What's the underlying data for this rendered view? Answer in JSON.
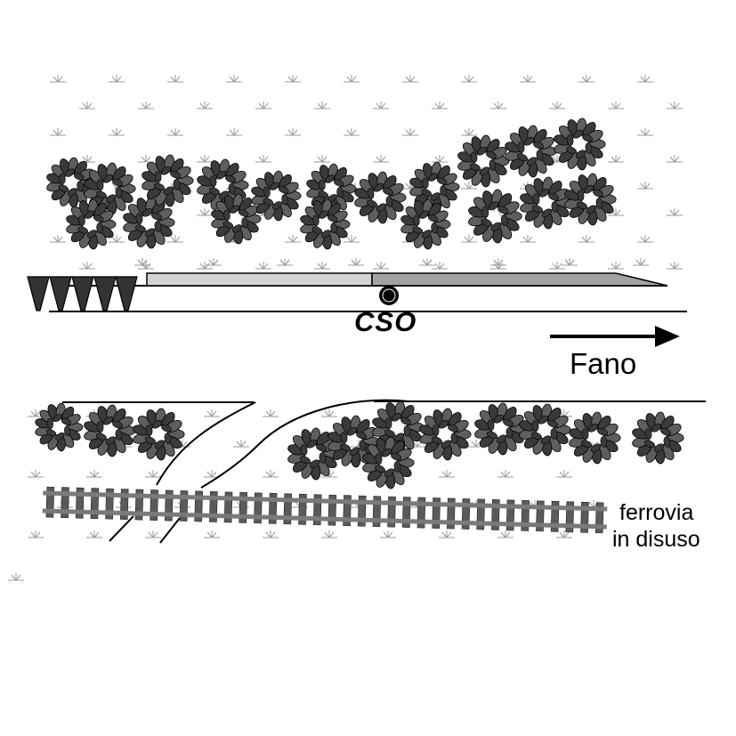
{
  "labels": {
    "station": "CSO",
    "direction": "Fano",
    "railway_line1": "ferrovia",
    "railway_line2": "in disuso"
  },
  "colors": {
    "ink": "#000000",
    "shrub_dark": "#3a3a3a",
    "shrub_light": "#5e5e5e",
    "grass": "#9a9a9a",
    "barrier_light": "#d4d4d4",
    "barrier_dark": "#a2a2a2",
    "rail": "#7a7a7a",
    "sleeper": "#5a5a5a"
  },
  "icons": {
    "station_marker": "filled-circle",
    "direction_arrow": "arrow-right",
    "vegetation": "shrub-cluster",
    "bollards": "spike-bollard",
    "railway": "railway-track"
  }
}
